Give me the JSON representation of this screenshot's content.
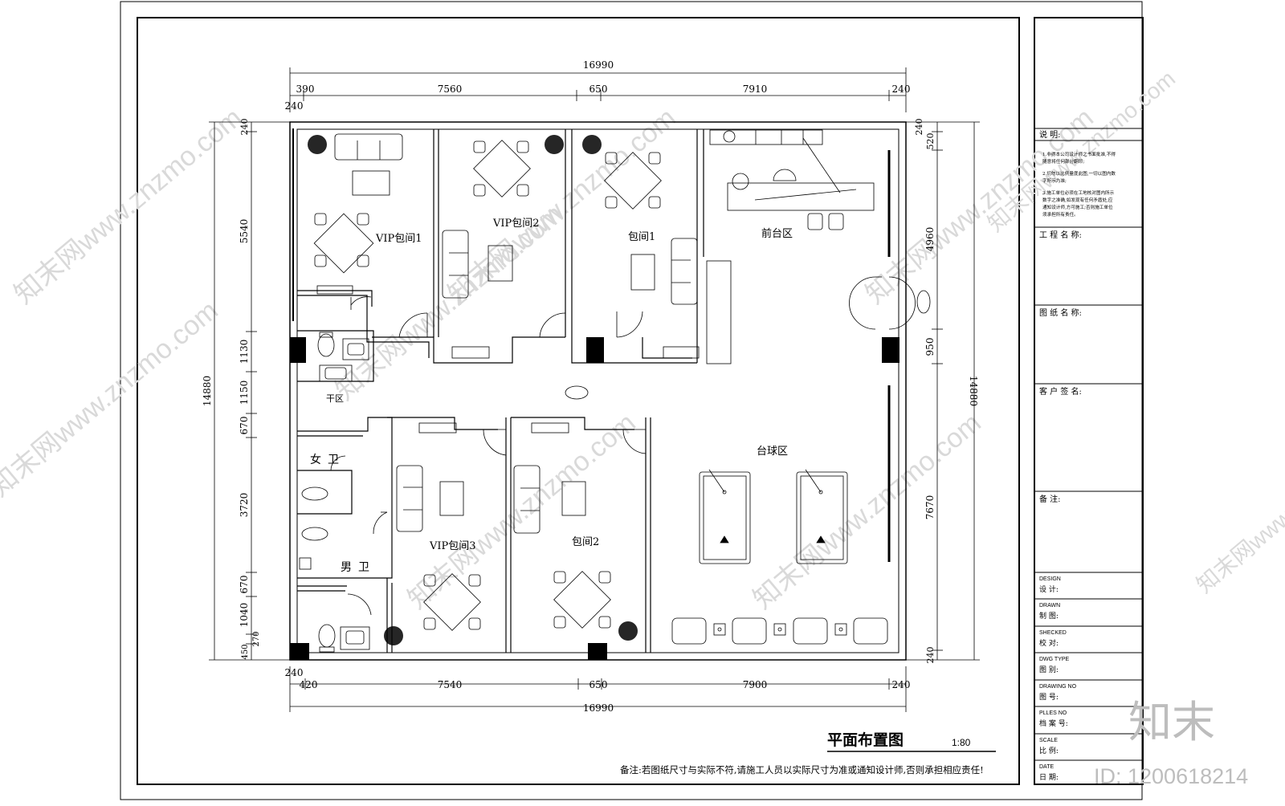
{
  "dimensions": {
    "top_overall": "16990",
    "top_segments": [
      "390",
      "7560",
      "650",
      "7910",
      "240"
    ],
    "top_corner": "240",
    "bottom_overall": "16990",
    "bottom_segments": [
      "420",
      "7540",
      "650",
      "7900",
      "240"
    ],
    "bottom_corner": "240",
    "left_overall": "14880",
    "left_segments": [
      "240",
      "5540",
      "1130",
      "1150",
      "670",
      "3720",
      "670",
      "1040",
      "270",
      "450"
    ],
    "right_overall": "14880",
    "right_segments": [
      "240",
      "520",
      "4960",
      "950",
      "7670",
      "240"
    ]
  },
  "rooms": {
    "vip1": "VIP包间1",
    "vip2": "VIP包间2",
    "room1": "包间1",
    "reception": "前台区",
    "dry_area": "干区",
    "female_wc": "女卫",
    "male_wc": "男卫",
    "vip3": "VIP包间3",
    "room2": "包间2",
    "billiards": "台球区"
  },
  "title": {
    "name": "平面布置图",
    "scale": "1:80",
    "note": "备注:若图纸尺寸与实际不符,请施工人员以实际尺寸为准或通知设计师,否则承担相应责任!"
  },
  "title_block": {
    "notes_label": "说 明:",
    "notes": [
      "1.非得本公司设计师之书面批准,不得",
      "随意将任何部分翻印;",
      "2.切勿以比例量度此图,一切以图内数",
      "字所示为准;",
      "3.施工单位必须在工地核对图内所示",
      "数字之准确,如发现有任何矛盾处,应",
      "通知设计师,方可施工;否则施工单位",
      "须承担所有责任。"
    ],
    "project_name": "工 程 名 称:",
    "drawing_name": "图 纸 名 称:",
    "client_sign": "客 户 签 名:",
    "remarks": "备 注:",
    "design_en": "DESIGN",
    "design_cn": "设 计:",
    "drawn_en": "DRAWN",
    "drawn_cn": "制 图:",
    "checked_en": "SHECKED",
    "checked_cn": "校 对:",
    "dwg_type_en": "DWG TYPE",
    "dwg_type_cn": "图 别:",
    "drawing_no_en": "DRAWING NO",
    "drawing_no_cn": "图 号:",
    "files_no_en": "PLLES NO",
    "files_no_cn": "档 案 号:",
    "scale_en": "SCALE",
    "scale_cn": "比 例:",
    "date_en": "DATE",
    "date_cn": "日 期:"
  },
  "watermark": {
    "site": "知末网www.znzmo.com",
    "logo": "知末",
    "id": "ID: 1200618214"
  }
}
